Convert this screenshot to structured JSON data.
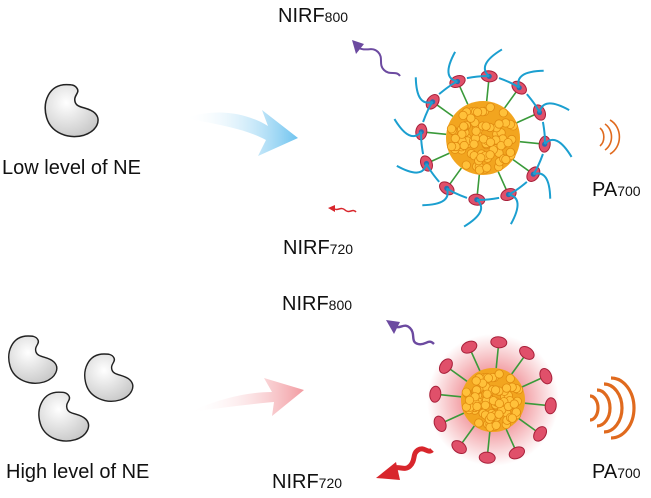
{
  "top_panel": {
    "condition_label": "Low level of NE",
    "nirf800": {
      "main": "NIRF",
      "sub": "800"
    },
    "nirf720": {
      "main": "NIRF",
      "sub": "720"
    },
    "pa700": {
      "main": "PA",
      "sub": "700"
    }
  },
  "bottom_panel": {
    "condition_label": "High level of NE",
    "nirf800": {
      "main": "NIRF",
      "sub": "800"
    },
    "nirf720": {
      "main": "NIRF",
      "sub": "720"
    },
    "pa700": {
      "main": "PA",
      "sub": "700"
    }
  },
  "colors": {
    "core": "#f2a51f",
    "core_bead": "#ffc13a",
    "dye_red": "#e0506a",
    "dye_blue": "#2a6fb0",
    "strand": "#1b9fd0",
    "linker": "#3a9a3a",
    "arrow_blue": "#7cc8ee",
    "arrow_pink": "#f2a4a8",
    "wave_purple": "#6c4aa0",
    "wave_red": "#d8262c",
    "pa_orange": "#e06a1e"
  }
}
